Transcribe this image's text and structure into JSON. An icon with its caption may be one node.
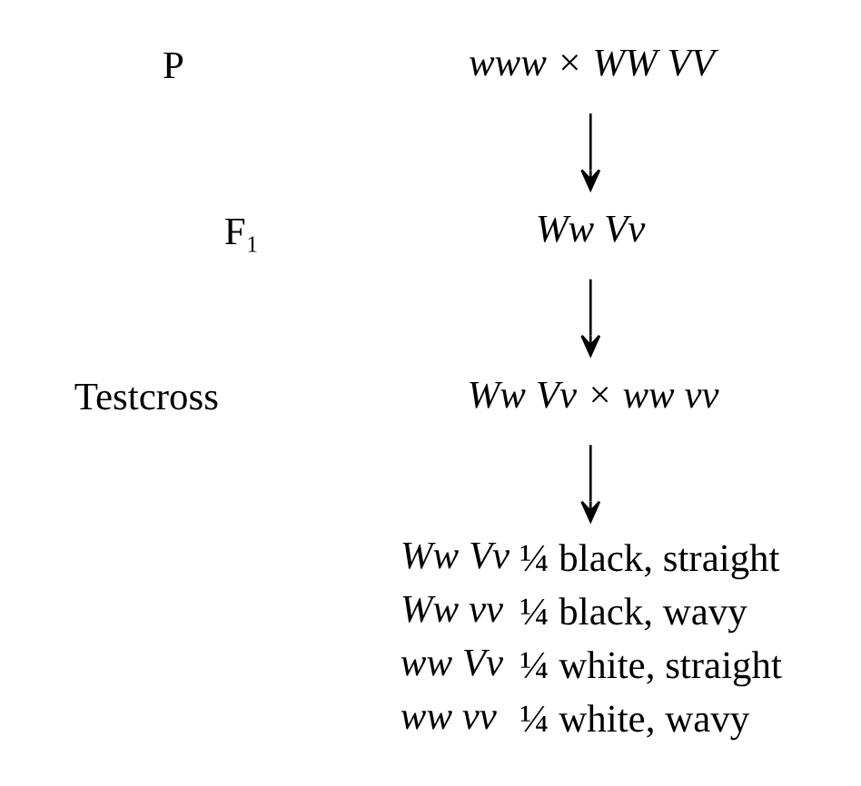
{
  "diagram": {
    "nodes": [
      {
        "text": [
          "www × WW VV"
        ]
      },
      {
        "text": [
          "Ww Vv"
        ]
      },
      {
        "text": [
          "Ww Vv × ww vv"
        ]
      },
      {
        "text": [
          "Ww Vv",
          "¼ black, straight",
          "Ww vv",
          "¼ black, wavy",
          "ww Vv",
          "¼ white, straight",
          "ww vv",
          "¼ white, wavy"
        ]
      }
    ],
    "edges": [
      {
        "from": 0,
        "to": 1,
        "arrow": "to"
      },
      {
        "from": 1,
        "to": 2,
        "arrow": "to"
      },
      {
        "from": 2,
        "to": 3,
        "arrow": "to"
      }
    ],
    "labels": [
      "P",
      "F₁",
      "Testcross"
    ]
  }
}
